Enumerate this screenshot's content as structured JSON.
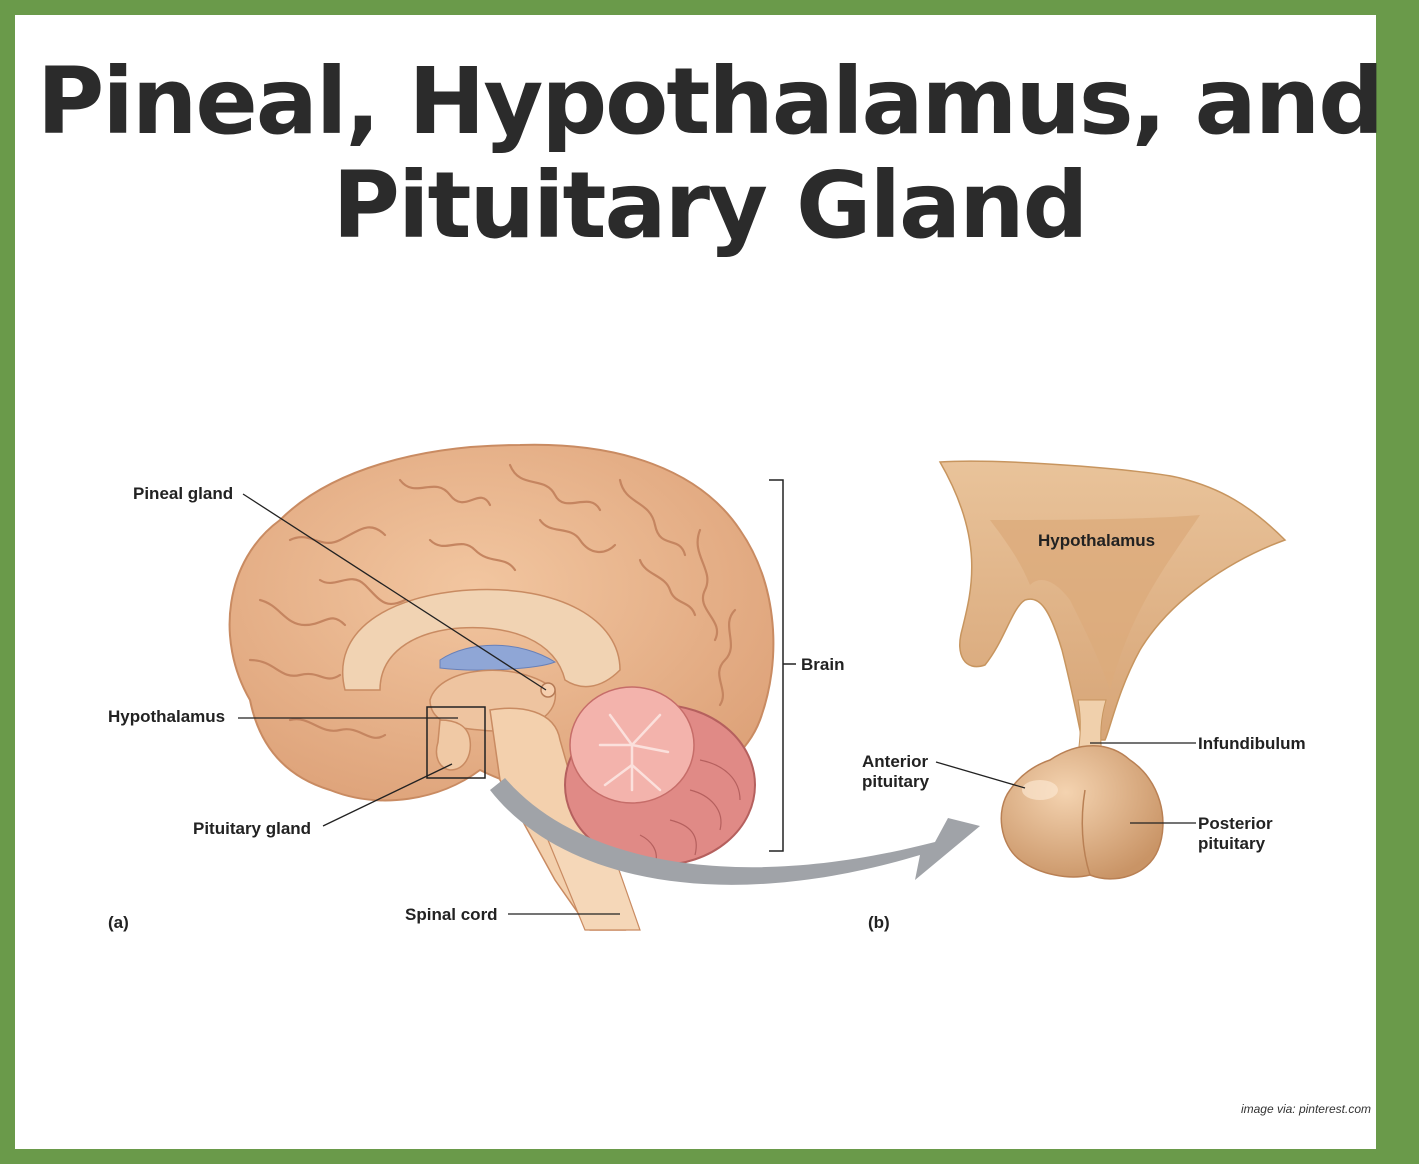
{
  "title": {
    "line1": "Pineal, Hypothalamus, and",
    "line2": "Pituitary Gland"
  },
  "panel_a": {
    "letter": "(a)",
    "labels": {
      "pineal_gland": "Pineal gland",
      "hypothalamus": "Hypothalamus",
      "pituitary_gland": "Pituitary gland",
      "spinal_cord": "Spinal cord",
      "brain": "Brain"
    }
  },
  "panel_b": {
    "letter": "(b)",
    "labels": {
      "hypothalamus": "Hypothalamus",
      "infundibulum": "Infundibulum",
      "anterior_line1": "Anterior",
      "anterior_line2": "pituitary",
      "posterior_line1": "Posterior",
      "posterior_line2": "pituitary"
    }
  },
  "credit": "image via:  pinterest.com",
  "colors": {
    "border": "#6a9a4a",
    "brain": "#e9b48a",
    "cerebellum": "#e58a86",
    "gland": "#d9a878",
    "arrow": "#a0a3a8"
  }
}
